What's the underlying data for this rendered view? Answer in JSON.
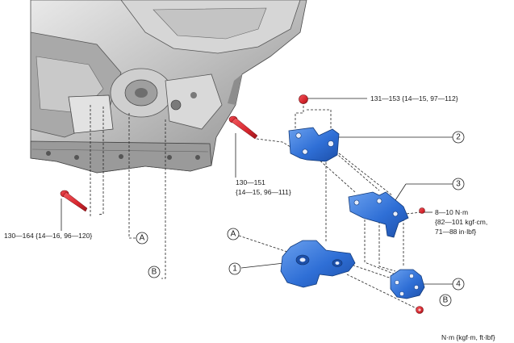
{
  "colors": {
    "part_blue": "#2f6fd6",
    "part_blue_dark": "#1d4fa8",
    "part_blue_light": "#6aa0ee",
    "bolt_red": "#d7262e",
    "bolt_red_dark": "#9c161c",
    "engine_gray": "#b9b9b9",
    "engine_dark": "#5a5a5a"
  },
  "callouts": {
    "c1": "1",
    "c2": "2",
    "c3": "3",
    "c4": "4",
    "ref_a_left": "A",
    "ref_b_left": "B",
    "ref_a_right": "A",
    "ref_b_right": "B"
  },
  "torque": {
    "t131_153": "131—153 {14—15, 97—112}",
    "t130_151_l1": "130—151",
    "t130_151_l2": "{14—15, 96—111}",
    "t8_10_l1": "8—10 N·m",
    "t8_10_l2": "{82—101 kgf·cm,",
    "t8_10_l3": "71—88 in·lbf}",
    "t130_164": "130—164 {14—16, 96—120}"
  },
  "units_note": "N·m {kgf·m, ft·lbf}"
}
